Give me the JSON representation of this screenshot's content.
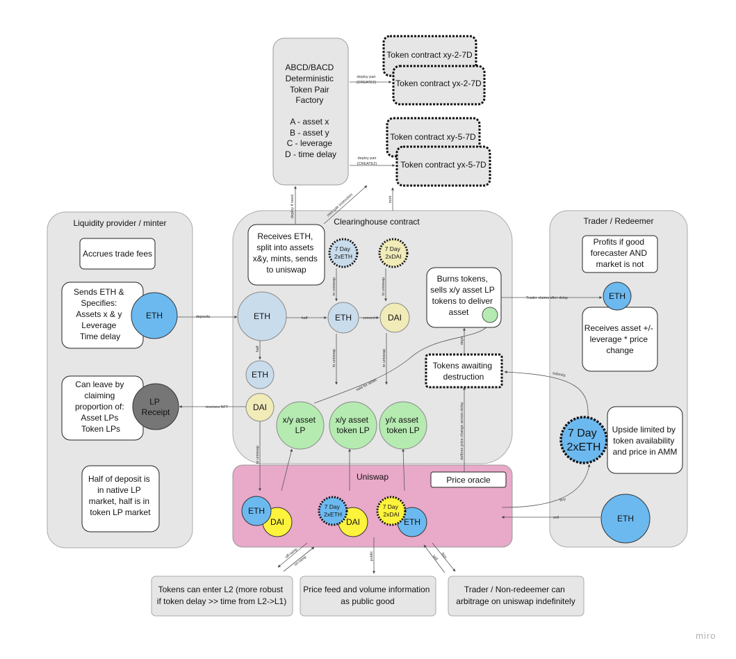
{
  "factory": {
    "lines": [
      "ABCD/BACD",
      "Deterministic",
      "Token Pair",
      "Factory",
      "",
      "A - asset x",
      "B - asset y",
      "C - leverage",
      "D - time delay"
    ]
  },
  "token_contracts": {
    "xy2": "Token contract xy-2-7D",
    "yx2": "Token contract yx-2-7D",
    "xy5": "Token contract xy-5-7D",
    "yx5": "Token contract yx-5-7D"
  },
  "panels": {
    "lp_title": "Liquidity provider / minter",
    "clearinghouse_title": "Clearinghouse contract",
    "trader_title": "Trader / Redeemer",
    "uniswap_title": "Uniswap",
    "price_oracle": "Price oracle"
  },
  "lp": {
    "accrues": "Accrues trade fees",
    "sends": [
      "Sends ETH &",
      "Specifies:",
      "Assets x & y",
      "Leverage",
      "Time delay"
    ],
    "leave": [
      "Can leave by",
      "claiming",
      "proportion of:",
      "Asset LPs",
      "Token LPs"
    ],
    "half": [
      "Half of deposit is",
      "in native LP",
      "market, half is in",
      "token LP market"
    ],
    "eth": "ETH",
    "receipt": [
      "LP",
      "Receipt"
    ]
  },
  "clearinghouse": {
    "receives": [
      "Receives ETH,",
      "split into assets",
      "x&y, mints, sends",
      "to uniswap"
    ],
    "burns": [
      "Burns tokens,",
      "sells x/y asset LP",
      "tokens to deliver",
      "asset"
    ],
    "awaiting": [
      "Tokens awaiting",
      "destruction"
    ],
    "token_eth": [
      "7 Day",
      "2xETH"
    ],
    "token_dai": [
      "7 Day",
      "2xDAI"
    ],
    "eth_big": "ETH",
    "eth_mid": "ETH",
    "dai_mid": "DAI",
    "eth_small": "ETH",
    "dai_small": "DAI",
    "lp_xy_asset": [
      "x/y asset",
      "LP"
    ],
    "lp_xy_token": [
      "x/y asset",
      "token LP"
    ],
    "lp_yx_token": [
      "y/x asset",
      "token LP"
    ]
  },
  "uniswap": {
    "eth1": "ETH",
    "dai1": "DAI",
    "token_eth": [
      "7 Day",
      "2xETH"
    ],
    "dai2": "DAI",
    "token_dai": [
      "7 Day",
      "2xDAI"
    ],
    "eth3": "ETH"
  },
  "trader": {
    "profits": [
      "Profits if good",
      "forecaster AND",
      "market is not"
    ],
    "eth": "ETH",
    "receives": [
      "Receives asset +/-",
      "leverage * price",
      "change"
    ],
    "token": [
      "7 Day",
      "2xETH"
    ],
    "upside": [
      "Upside limited by",
      "token availability",
      "and price in AMM"
    ],
    "eth_bottom": "ETH"
  },
  "bottom": {
    "l2": [
      "Tokens can enter L2 (more robust",
      "if token delay >> time from L2->L1)"
    ],
    "price_feed": [
      "Price feed and volume information",
      "as public good"
    ],
    "arbitrage": [
      "Trader / Non-redeemer can",
      "arbitrage on uniswap indefinitely"
    ]
  },
  "edges": {
    "deploy_pair_1": [
      "deploy pair",
      "(CREATE2)"
    ],
    "deploy_pair_2": [
      "deploy pair",
      "(CREATE2)"
    ],
    "deploy_if_need": "deploy if need",
    "mint_pair": "mint pair instruction",
    "mint": "mint",
    "deposits": "deposits",
    "half_right": "half",
    "half_down": "half",
    "convert": "convert",
    "to_uniswap_eth_top": "to uniswap",
    "to_uniswap_dai_top": "to uniswap",
    "to_uniswap_eth_down": "to uniswap",
    "to_uniswap_dai_down": "to uniswap",
    "trader_claims": "Trader claims after delay",
    "sold_for_asset": "sold for asset",
    "submits": "submits",
    "deliver": "depo",
    "defines_price": "defines price change across delay",
    "receives_nft": "receives NFT",
    "to_uniswap_left": "to uniswap",
    "buy": "buy",
    "sell": "sell",
    "off_ramp": "off-ramp",
    "on_ramp": "on-ramp",
    "public": "public",
    "buy2": "buy",
    "sell2": "sell"
  },
  "watermark": "miro",
  "colors": {
    "panel_gray": "#e6e6e6",
    "uniswap_pink": "#e9a9c8",
    "eth_blue": "#6cb9f0",
    "eth_light": "#c9dcec",
    "dai_yellow": "#fdf23c",
    "dai_pale": "#f1ebb8",
    "lp_green": "#b5eab0",
    "receipt_gray": "#767676"
  }
}
